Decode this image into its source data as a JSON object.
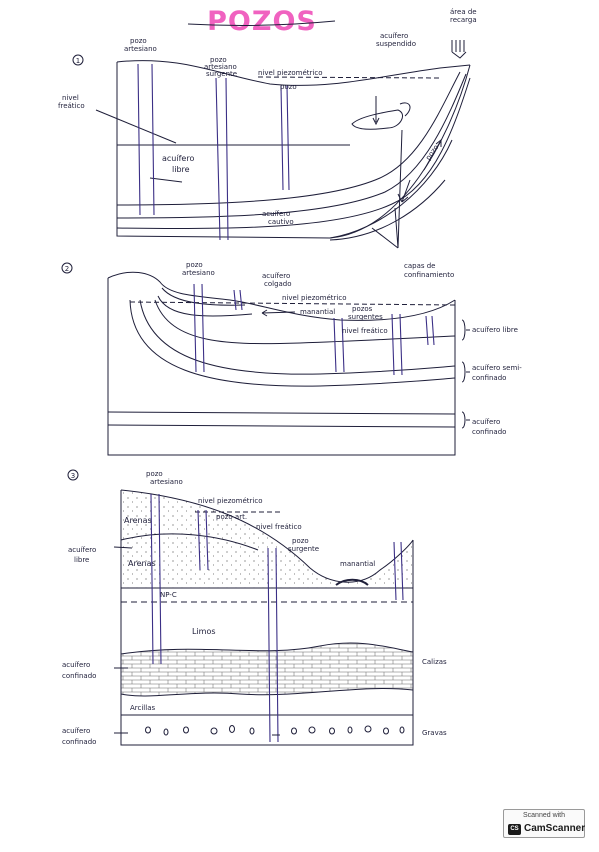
{
  "title": "POZOS",
  "diagram1": {
    "number": "1",
    "labels": {
      "pozo_artesiano": [
        "pozo",
        "artesiano"
      ],
      "pozo_artesiano_surgente": [
        "pozo",
        "artesiano",
        "surgente"
      ],
      "nivel_piezometrico": "nivel piezométrico",
      "pozo": "pozo",
      "acuifero_suspendido": [
        "acuífero",
        "suspendido"
      ],
      "area_recarga": [
        "área de",
        "recarga"
      ],
      "nivel_freatico": [
        "nivel",
        "freático"
      ],
      "acuifero_libre": [
        "acuífero",
        "libre"
      ],
      "pozo_side": "pozo",
      "acuifero_cautivo": [
        "acuífero",
        "cautivo"
      ],
      "capas_confinamiento": [
        "capas de",
        "confinamiento"
      ]
    }
  },
  "diagram2": {
    "number": "2",
    "labels": {
      "pozo_artesiano": [
        "pozo",
        "artesiano"
      ],
      "acuifero_colgado": [
        "acuífero",
        "colgado"
      ],
      "nivel_piezometrico": "nivel piezométrico",
      "manantial": "manantial",
      "pozos_surgentes": [
        "pozos",
        "surgentes"
      ],
      "nivel_freatico": "nivel freático",
      "acuifero_libre": "acuífero libre",
      "acuifero_semiconfinado": [
        "acuífero semi-",
        "confinado"
      ],
      "acuifero_confinado": [
        "acuífero",
        "confinado"
      ]
    }
  },
  "diagram3": {
    "number": "3",
    "labels": {
      "pozo_artesiano": [
        "pozo",
        "artesiano"
      ],
      "nivel_piezometrico": "nivel piezométrico",
      "pozo_art": "pozo art.",
      "nivel_freatico": "nivel freático",
      "pozo_surgente": [
        "pozo",
        "surgente"
      ],
      "arenas_top": "Arenas",
      "arenas": "Arenas",
      "manantial": "manantial",
      "acuifero_libre": [
        "acuífero",
        "libre"
      ],
      "np_c": "NP-C",
      "limos": "Limos",
      "calizas": "Calizas",
      "acuifero_confinado": [
        "acuífero",
        "confinado"
      ],
      "arcillas": "Arcillas",
      "gravas": "Gravas",
      "acuifero_confinado_2": [
        "acuífero",
        "confinado"
      ]
    }
  },
  "badge": {
    "scanned_with": "Scanned with",
    "brand": "CamScanner",
    "logo": "CS"
  },
  "colors": {
    "title": "#f062c0",
    "ink": "#1f1f3a",
    "well": "#3b2f86"
  }
}
